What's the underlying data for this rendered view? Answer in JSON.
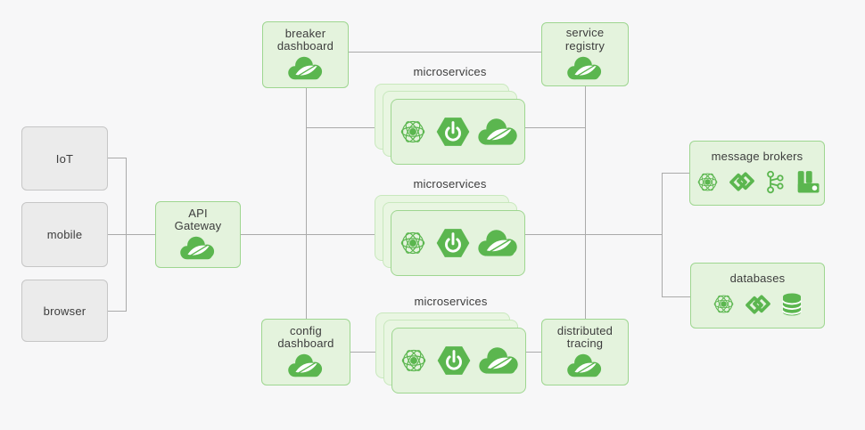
{
  "colors": {
    "background": "#f7f7f8",
    "connector_line": "#aaaaaa",
    "icon_green": "#5bb64f",
    "node_fill": "#e4f3dd",
    "node_border": "#9ed690",
    "card_back_fill": "#e9f6e2",
    "client_fill": "#ebebeb",
    "client_border": "#c6c6c6",
    "text": "#3d3d3d"
  },
  "clients": [
    {
      "label": "IoT"
    },
    {
      "label": "mobile"
    },
    {
      "label": "browser"
    }
  ],
  "gateway": {
    "label": "API\nGateway",
    "icon": "spring-cloud-icon"
  },
  "nodes": {
    "breaker": {
      "label": "breaker\ndashboard",
      "icon": "spring-cloud-icon"
    },
    "registry": {
      "label": "service\nregistry",
      "icon": "spring-cloud-icon"
    },
    "config": {
      "label": "config\ndashboard",
      "icon": "spring-cloud-icon"
    },
    "tracing": {
      "label": "distributed\ntracing",
      "icon": "spring-cloud-icon"
    }
  },
  "stacks": [
    {
      "label": "microservices",
      "icons": [
        "atom-icon",
        "spring-boot-icon",
        "spring-cloud-icon"
      ]
    },
    {
      "label": "microservices",
      "icons": [
        "atom-icon",
        "spring-boot-icon",
        "spring-cloud-icon"
      ]
    },
    {
      "label": "microservices",
      "icons": [
        "atom-icon",
        "spring-boot-icon",
        "spring-cloud-icon"
      ]
    }
  ],
  "brokers": {
    "label": "message brokers",
    "icons": [
      "atom-icon",
      "data-link-icon",
      "kafka-icon",
      "rabbitmq-icon"
    ]
  },
  "databases": {
    "label": "databases",
    "icons": [
      "atom-icon",
      "data-link-icon",
      "database-icon"
    ]
  }
}
